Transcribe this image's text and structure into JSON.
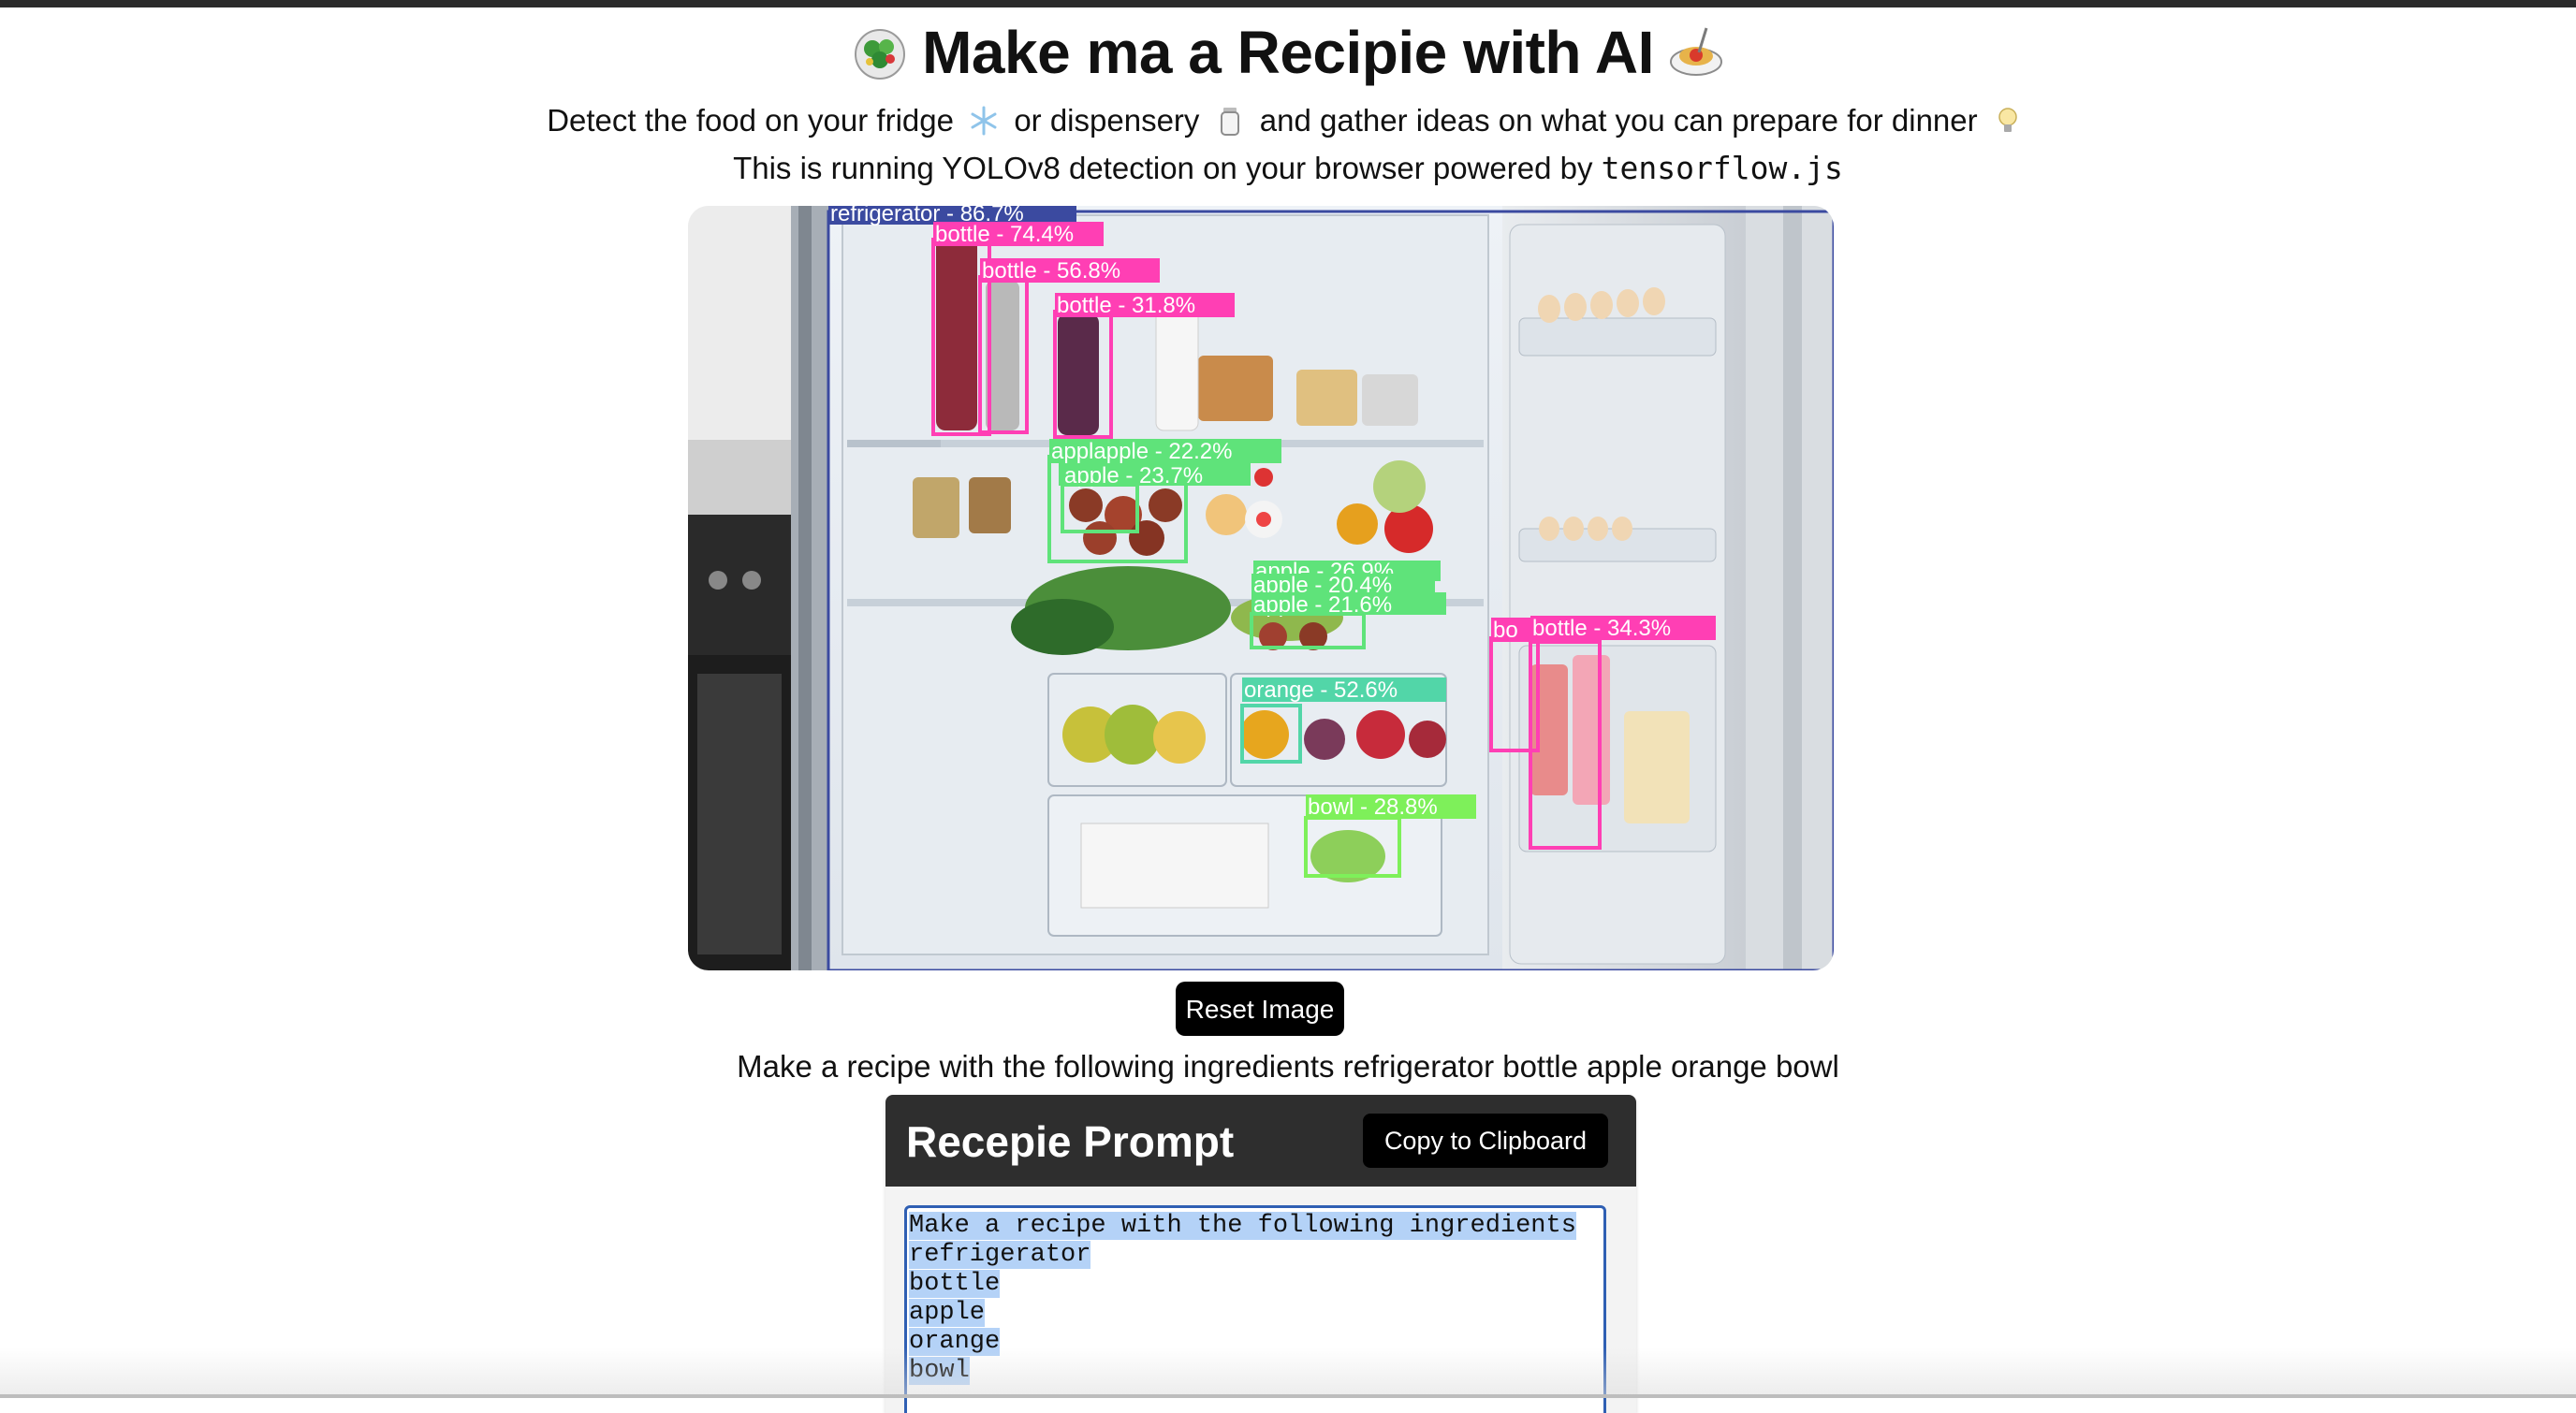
{
  "header": {
    "title": "Make ma a Recipie with AI",
    "title_left_icon": "salad-emoji",
    "title_right_icon": "spaghetti-emoji"
  },
  "subtitle": {
    "line1_part1": "Detect the food on your fridge",
    "line1_icon1": "snowflake-emoji",
    "line1_part2": "or dispensery",
    "line1_icon2": "jar-emoji",
    "line1_part3": "and gather ideas on what you can prepare for dinner",
    "line1_icon3": "lightbulb-emoji",
    "line2_text": "This is running YOLOv8 detection on your browser powered by",
    "line2_code": "tensorflow.js"
  },
  "detections": [
    {
      "label": "refrigerator - 86.7%",
      "color": "#3b4aa0"
    },
    {
      "label": "bottle - 74.4%",
      "color": "#ff3fb4"
    },
    {
      "label": "bottle - 56.8%",
      "color": "#ff3fb4"
    },
    {
      "label": "bottle - 31.8%",
      "color": "#ff3fb4"
    },
    {
      "label": "applapple - 22.2%",
      "color": "#5fe37a"
    },
    {
      "label": "apple - 23.7%",
      "color": "#5fe37a"
    },
    {
      "label": "apple - 26.9%",
      "color": "#5fe37a"
    },
    {
      "label": "apple - 20.4%",
      "color": "#5fe37a"
    },
    {
      "label": "apple - 21.6%",
      "color": "#5fe37a"
    },
    {
      "label": "bo",
      "color": "#ff3fb4"
    },
    {
      "label": "bottle - 34.3%",
      "color": "#ff3fb4"
    },
    {
      "label": "orange - 52.6%",
      "color": "#52d6a8"
    },
    {
      "label": "bowl - 28.8%",
      "color": "#7ef05a"
    }
  ],
  "actions": {
    "reset_label": "Reset Image"
  },
  "ingredients_text": "Make a recipe with the following ingredients refrigerator bottle apple orange bowl",
  "card": {
    "title": "Recepie Prompt",
    "copy_label": "Copy to Clipboard",
    "prompt_lines": [
      "Make a recipe with the following ingredients",
      "refrigerator",
      "bottle",
      "apple",
      "orange",
      "bowl"
    ]
  },
  "colors": {
    "button_bg": "#000000",
    "card_header_bg": "#2e2e2e",
    "textarea_border": "#2f5fb3",
    "selection_bg": "#b4d2f7"
  }
}
